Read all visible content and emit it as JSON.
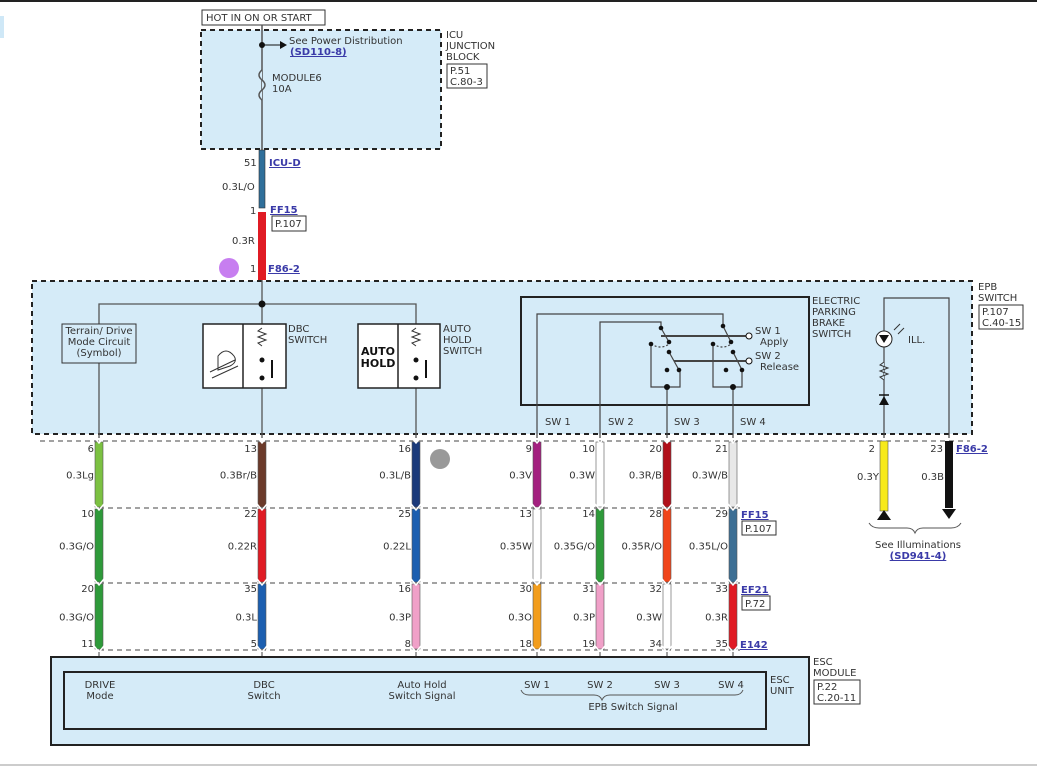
{
  "top": {
    "hot_label": "HOT IN ON OR START",
    "power_dist": "See Power Distribution",
    "power_dist_ref": "(SD110-8)",
    "fuse_name": "MODULE6",
    "fuse_rating": "10A",
    "icu_title": [
      "ICU",
      "JUNCTION",
      "BLOCK"
    ],
    "icu_ref": [
      "P.51",
      "C.80-3"
    ],
    "icu_pin": "51",
    "icu_conn": "ICU-D",
    "wire1_label": "0.3L/O",
    "ff15_pin": "1",
    "ff15_conn": "FF15",
    "ff15_ref": "P.107",
    "wire2_label": "0.3R",
    "f86_pin": "1",
    "f86_conn": "F86-2"
  },
  "epb_switch": {
    "title": [
      "EPB",
      "SWITCH"
    ],
    "ref": [
      "P.107",
      "C.40-15"
    ],
    "terrain_box": [
      "Terrain/ Drive",
      "Mode Circuit",
      "(Symbol)"
    ],
    "dbc_title": [
      "DBC",
      "SWITCH"
    ],
    "autohold_title": [
      "AUTO",
      "HOLD",
      "SWITCH"
    ],
    "autohold_icon": [
      "AUTO",
      "HOLD"
    ],
    "epb_title": [
      "ELECTRIC",
      "PARKING",
      "BRAKE",
      "SWITCH"
    ],
    "sw1": [
      "SW 1",
      "Apply"
    ],
    "sw2": [
      "SW 2",
      "Release"
    ],
    "ill_label": "ILL.",
    "sw_labels": [
      "SW 1",
      "SW 2",
      "SW 3",
      "SW 4"
    ]
  },
  "wires": [
    {
      "pins": [
        "6",
        "10",
        "20",
        "11"
      ],
      "labels": [
        "0.3Lg",
        "0.3G/O",
        "0.3G/O"
      ],
      "colors": [
        "#7cc142",
        "#2e9a3a",
        "#2e9a3a"
      ]
    },
    {
      "pins": [
        "13",
        "22",
        "35",
        "5"
      ],
      "labels": [
        "0.3Br/B",
        "0.22R",
        "0.3L"
      ],
      "colors": [
        "#6b3a2a",
        "#e01b24",
        "#1c5fb0"
      ]
    },
    {
      "pins": [
        "16",
        "25",
        "16",
        "8"
      ],
      "labels": [
        "0.3L/B",
        "0.22L",
        "0.3P"
      ],
      "colors": [
        "#1b3a7a",
        "#1c5fb0",
        "#f0a0c8"
      ]
    },
    {
      "pins": [
        "9",
        "13",
        "30",
        "18"
      ],
      "labels": [
        "0.3V",
        "0.35W",
        "0.3O"
      ],
      "colors": [
        "#a3207f",
        "#ffffff",
        "#f29d1c"
      ]
    },
    {
      "pins": [
        "10",
        "14",
        "31",
        "19"
      ],
      "labels": [
        "0.3W",
        "0.35G/O",
        "0.3P"
      ],
      "colors": [
        "#ffffff",
        "#2e9a3a",
        "#f0a0c8"
      ]
    },
    {
      "pins": [
        "20",
        "28",
        "32",
        "34"
      ],
      "labels": [
        "0.3R/B",
        "0.35R/O",
        "0.3W"
      ],
      "colors": [
        "#b0101a",
        "#f0451a",
        "#ffffff"
      ]
    },
    {
      "pins": [
        "21",
        "29",
        "33",
        "35"
      ],
      "labels": [
        "0.3W/B",
        "0.35L/O",
        "0.3R"
      ],
      "colors": [
        "#e8e8e8",
        "#3d6f94",
        "#e01b24"
      ]
    }
  ],
  "conn_refs": {
    "ff15": "FF15",
    "ff15_page": "P.107",
    "ef21": "EF21",
    "ef21_page": "P.72",
    "e142": "E142"
  },
  "illum": {
    "yellow_pin": "2",
    "yellow_label": "0.3Y",
    "black_pin": "23",
    "black_label": "0.3B",
    "black_conn": "F86-2",
    "see": "See Illuminations",
    "see_ref": "(SD941-4)"
  },
  "esc": {
    "module_title": [
      "ESC",
      "MODULE"
    ],
    "module_ref": [
      "P.22",
      "C.20-11"
    ],
    "unit_title": [
      "ESC",
      "UNIT"
    ],
    "drive": [
      "DRIVE",
      "Mode"
    ],
    "dbc": [
      "DBC",
      "Switch"
    ],
    "autohold": [
      "Auto Hold",
      "Switch Signal"
    ],
    "sw": [
      "SW 1",
      "SW 2",
      "SW 3",
      "SW 4"
    ],
    "epb_signal": "EPB Switch Signal"
  }
}
